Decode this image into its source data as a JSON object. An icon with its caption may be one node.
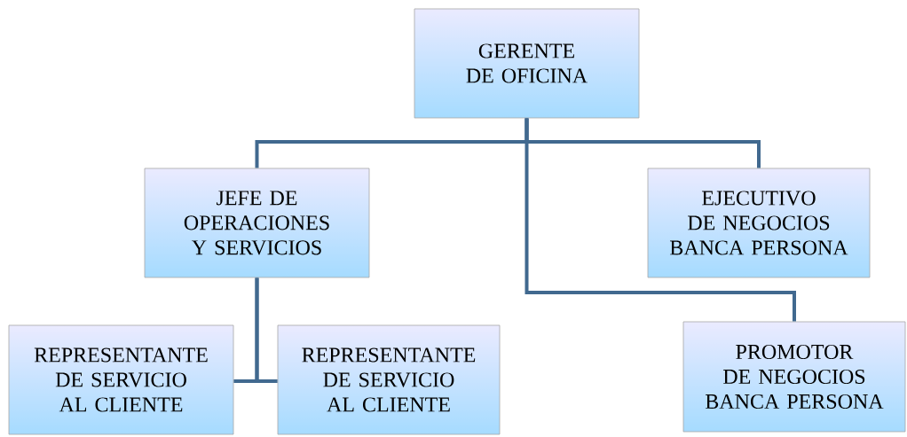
{
  "diagram": {
    "nodes": [
      {
        "text": [
          "GERENTE DE OFICINA"
        ]
      },
      {
        "text": [
          "JEFE DE OPERACIONES Y SERVICIOS"
        ]
      },
      {
        "text": [
          "EJECUTIVO DE NEGOCIOS BANCA PERSONA"
        ]
      },
      {
        "text": [
          "REPRESENTANTE DE SERVICIO AL CLIENTE"
        ]
      },
      {
        "text": [
          "REPRESENTANTE DE SERVICIO AL CLIENTE"
        ]
      },
      {
        "text": [
          "PROMOTOR DE NEGOCIOS BANCA PERSONA"
        ]
      }
    ],
    "edges": [
      {
        "from": 0,
        "to": 1,
        "arrow": "none"
      },
      {
        "from": 0,
        "to": 2,
        "arrow": "none"
      },
      {
        "from": 0,
        "to": 5,
        "arrow": "none"
      },
      {
        "from": 1,
        "to": 3,
        "arrow": "none"
      },
      {
        "from": 1,
        "to": 4,
        "arrow": "none"
      }
    ]
  }
}
